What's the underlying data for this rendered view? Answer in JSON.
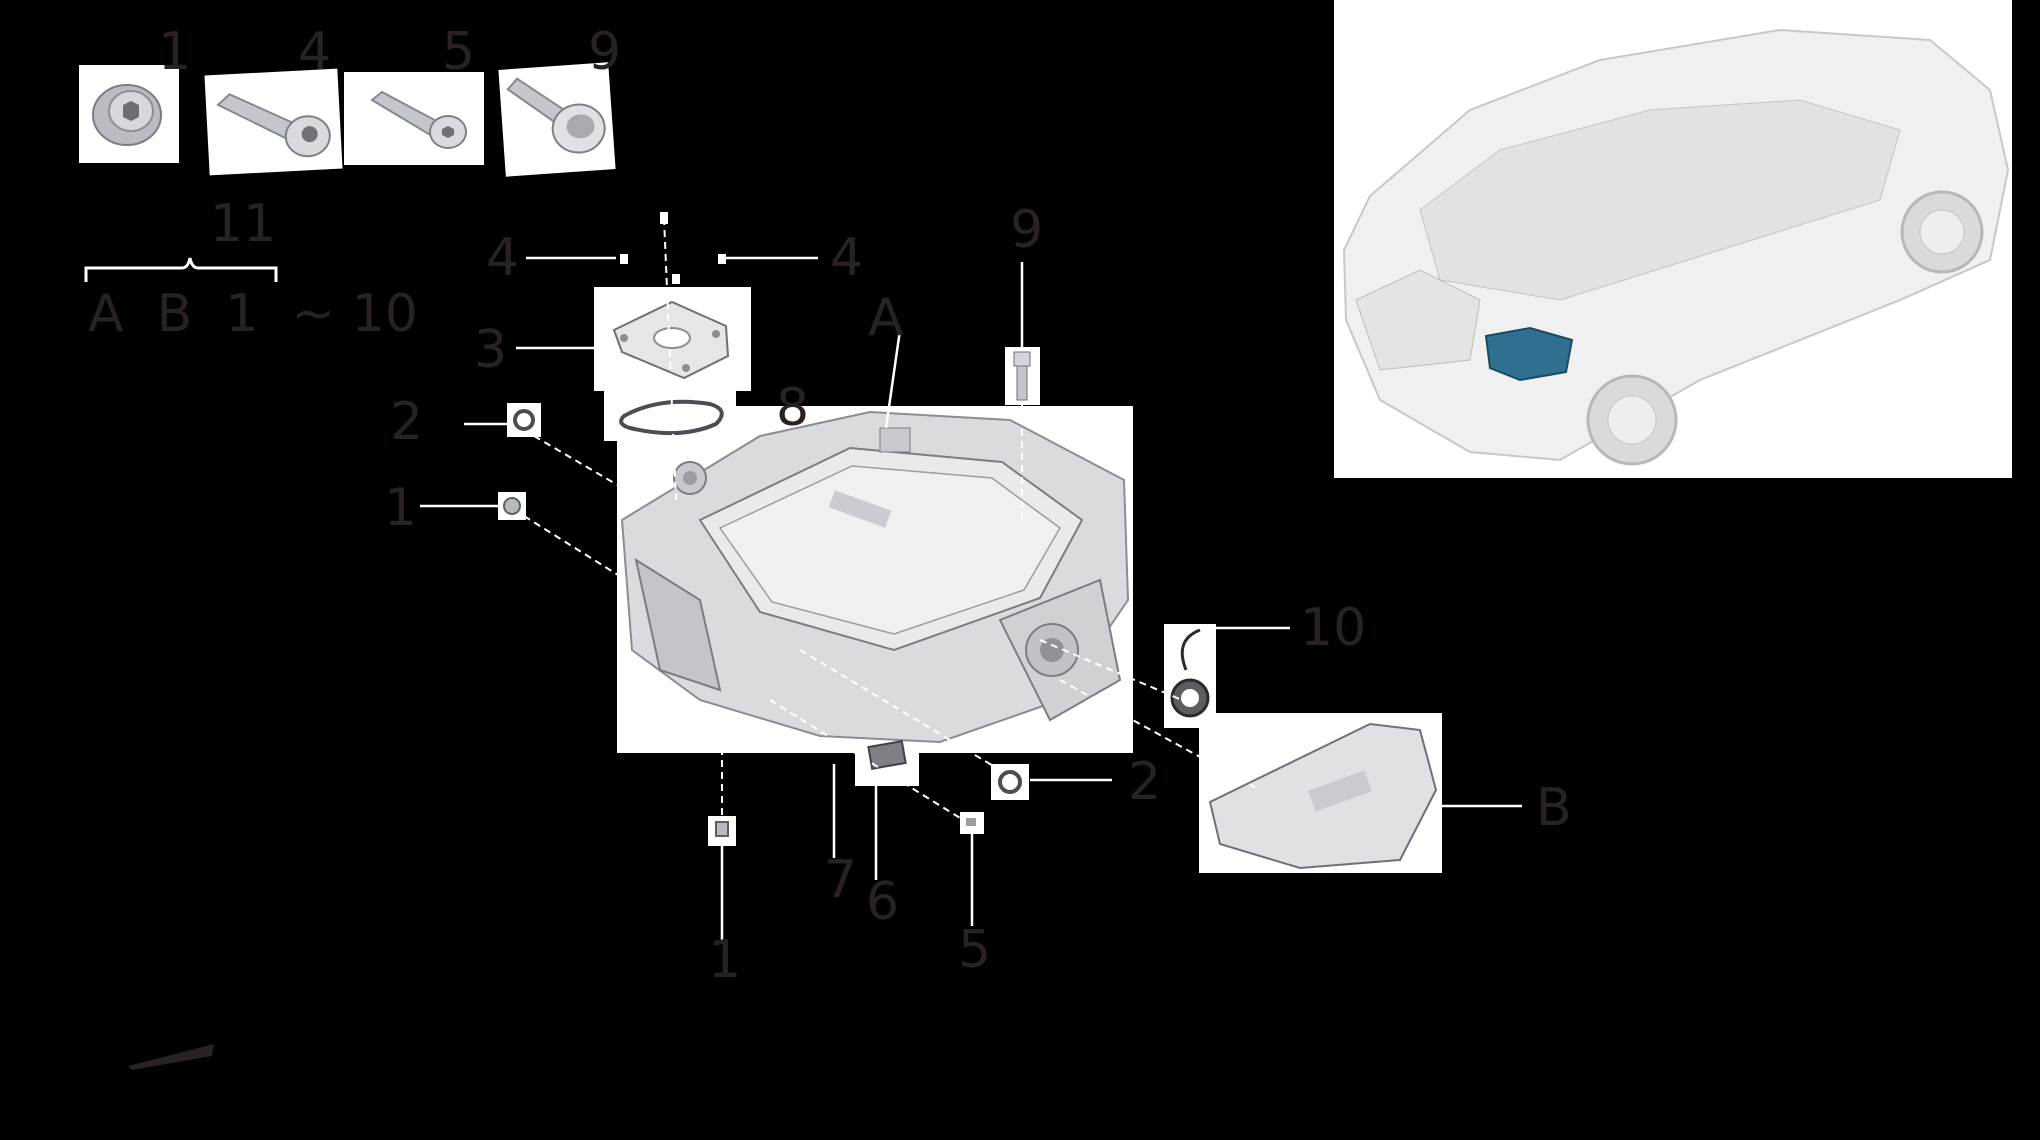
{
  "labels": {
    "hw_1": "1",
    "hw_4": "4",
    "hw_5": "5",
    "hw_9": "9",
    "set_11": "11",
    "set_contents": "A  B  1  ~ 10",
    "c4_left": "4",
    "c4_right": "4",
    "c3": "3",
    "c8": "8",
    "c2_left": "2",
    "c1_left": "1",
    "c9": "9",
    "cA": "A",
    "c10": "10",
    "c2_right": "2",
    "cB": "B",
    "c7": "7",
    "c6": "6",
    "c5_bottom": "5",
    "c1_bottom": "1"
  },
  "colors": {
    "background": "#000000",
    "label_text": "#2a2222",
    "highlight": "#2f6f8f"
  },
  "icons": {
    "vehicle": "suv-rear-three-quarter-view",
    "main_part": "electric-drive-unit-housing"
  }
}
